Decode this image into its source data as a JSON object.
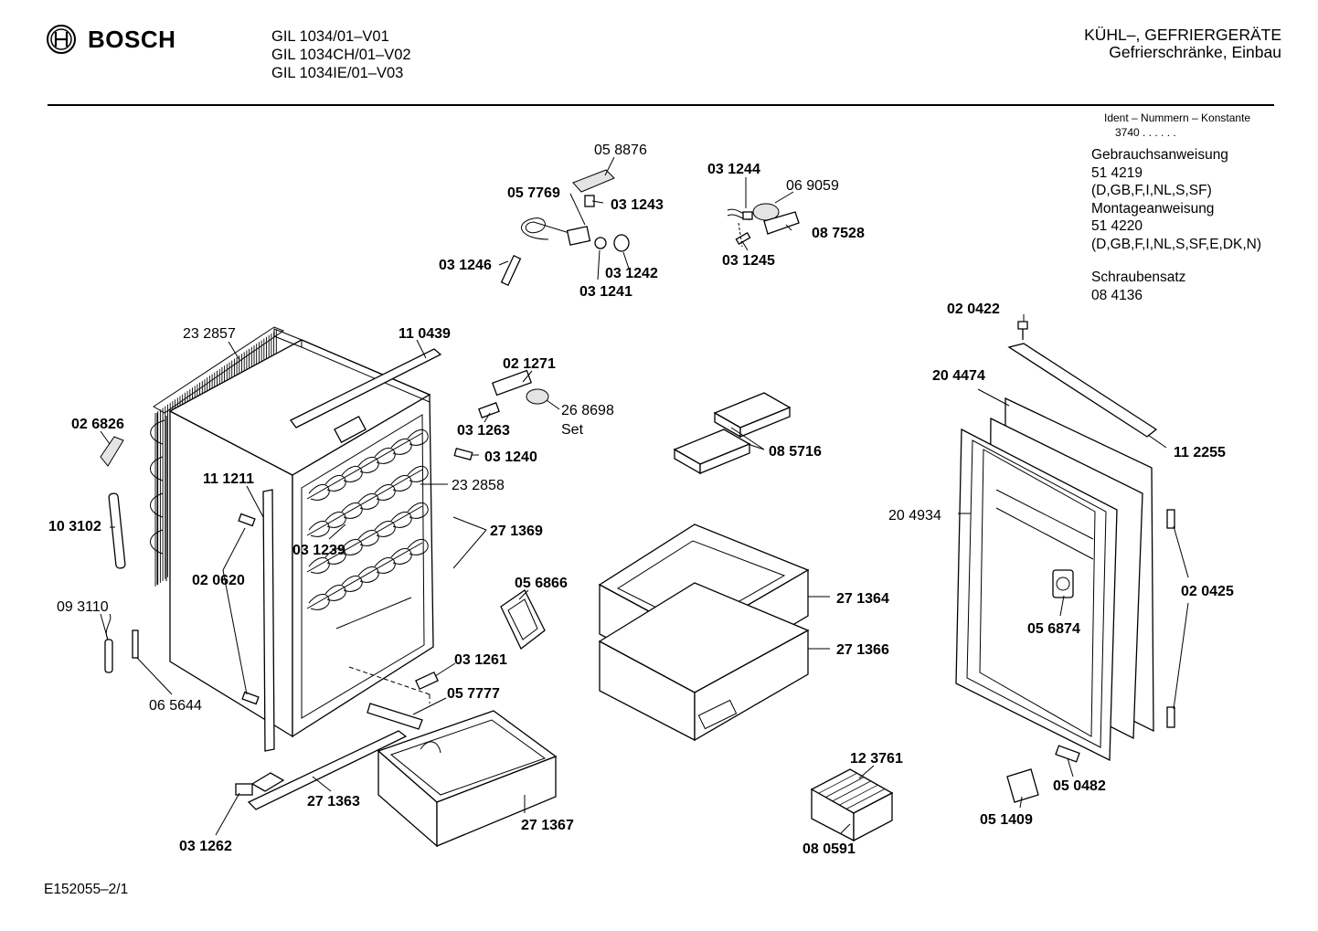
{
  "header": {
    "brand": "BOSCH",
    "models": [
      "GIL 1034/01–V01",
      "GIL 1034CH/01–V02",
      "GIL 1034IE/01–V03"
    ],
    "category_line1": "KÜHL–, GEFRIERGERÄTE",
    "category_line2": "Gefrierschränke, Einbau"
  },
  "ident": {
    "label": "Ident – Nummern – Konstante",
    "value": "3740  .  .   .  .  .  ."
  },
  "documents": {
    "manual_label": "Gebrauchsanweisung",
    "manual_no": "51 4219",
    "manual_langs": "(D,GB,F,I,NL,S,SF)",
    "install_label": "Montageanweisung",
    "install_no": "51 4220",
    "install_langs": "(D,GB,F,I,NL,S,SF,E,DK,N)",
    "screws_label": "Schraubensatz",
    "screws_no": "08 4136"
  },
  "part_labels": {
    "p058876": "05 8876",
    "p057769": "05 7769",
    "p031243": "03 1243",
    "p031246": "03 1246",
    "p031242": "03 1242",
    "p031241": "03 1241",
    "p031244": "03 1244",
    "p069059": "06 9059",
    "p087528": "08 7528",
    "p031245": "03 1245",
    "p232857": "23 2857",
    "p110439": "11 0439",
    "p021271": "02 1271",
    "p268698": "26 8698",
    "set": "Set",
    "p031263": "03 1263",
    "p031240": "03 1240",
    "p026826": "02 6826",
    "p111211": "11 1211",
    "p232858": "23 2858",
    "p103102": "10 3102",
    "p271369": "27 1369",
    "p031239": "03 1239",
    "p020620": "02 0620",
    "p093110": "09 3110",
    "p065644": "06 5644",
    "p056866": "05 6866",
    "p031261": "03 1261",
    "p057777": "05 7777",
    "p271363": "27 1363",
    "p271367": "27 1367",
    "p031262": "03 1262",
    "p085716": "08 5716",
    "p271364": "27 1364",
    "p271366": "27 1366",
    "p123761": "12 3761",
    "p080591": "08 0591",
    "p020422": "02 0422",
    "p204474": "20 4474",
    "p112255": "11 2255",
    "p204934": "20 4934",
    "p020425": "02 0425",
    "p056874": "05 6874",
    "p050482": "05 0482",
    "p051409": "05 1409"
  },
  "footer": {
    "ref": "E152055–2/1"
  },
  "colors": {
    "ink": "#000000",
    "paper": "#ffffff",
    "shade": "#e4e4e4"
  },
  "icons": [
    "bosch-logo-icon"
  ]
}
